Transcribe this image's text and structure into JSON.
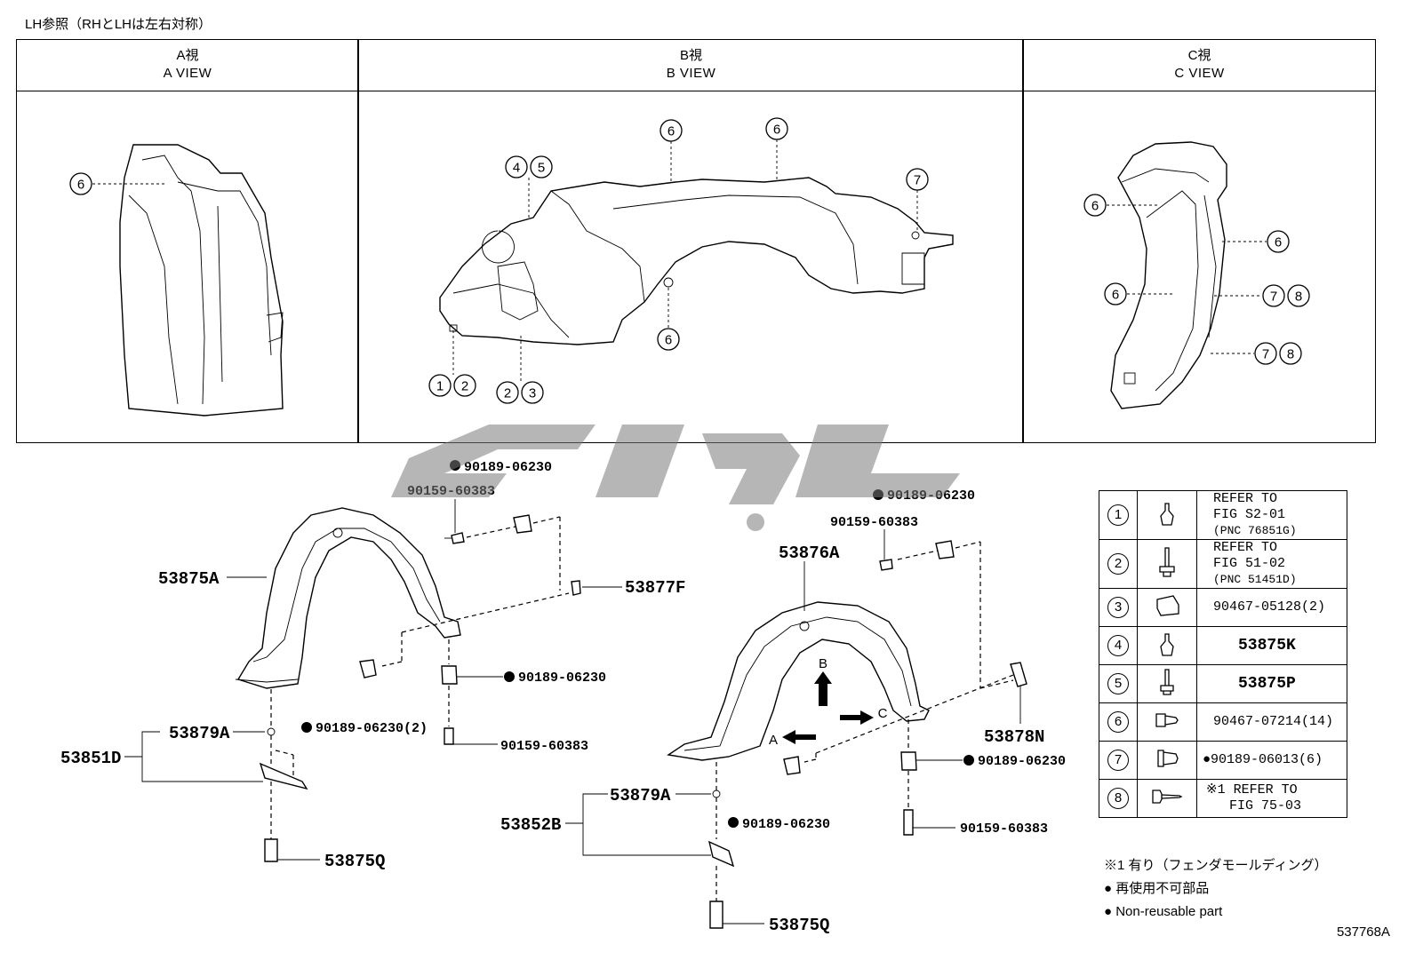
{
  "top_note": "LH参照（RHとLHは左右対称）",
  "views": [
    {
      "label_jp": "A視",
      "label_en": "A VIEW"
    },
    {
      "label_jp": "B視",
      "label_en": "B VIEW"
    },
    {
      "label_jp": "C視",
      "label_en": "C VIEW"
    }
  ],
  "view_callouts": {
    "a": [
      "6"
    ],
    "b": [
      "6",
      "6",
      "4",
      "5",
      "7",
      "6",
      "1",
      "2",
      "2",
      "3"
    ],
    "c": [
      "6",
      "6",
      "6",
      "7",
      "8",
      "7",
      "8"
    ]
  },
  "arrows": {
    "a": "A",
    "b": "B",
    "c": "C"
  },
  "part_numbers": {
    "left_fender_liner": "53875A",
    "left_clip_top": "90189-06230",
    "left_screw_top": "90159-60383",
    "left_bracket": "53877F",
    "left_clip_mid": "90189-06230",
    "left_clip_mid2": "90189-06230(2)",
    "left_screw_mid": "90159-60383",
    "left_clip_small": "53879A",
    "left_assembly": "53851D",
    "left_bolt": "53875Q",
    "right_fender_liner": "53876A",
    "right_clip_top": "90189-06230",
    "right_screw_top": "90159-60383",
    "right_bracket": "53878N",
    "right_clip_mid": "90189-06230",
    "right_screw_mid": "90159-60383",
    "right_clip_small": "53879A",
    "right_clip_low": "90189-06230",
    "right_assembly": "53852B",
    "right_bolt": "53875Q"
  },
  "legend": [
    {
      "num": "1",
      "icon": "push-clip-icon",
      "text": [
        "REFER TO",
        "FIG S2-01",
        "(PNC 76851G)"
      ]
    },
    {
      "num": "2",
      "icon": "screw-icon",
      "text": [
        "REFER TO",
        "FIG 51-02",
        "(PNC 51451D)"
      ]
    },
    {
      "num": "3",
      "icon": "nut-clip-icon",
      "text": [
        "90467-05128(2)"
      ]
    },
    {
      "num": "4",
      "icon": "push-clip-icon",
      "text": [
        "53875K"
      ]
    },
    {
      "num": "5",
      "icon": "screw-icon",
      "text": [
        "53875P"
      ]
    },
    {
      "num": "6",
      "icon": "rivet-clip-icon",
      "text": [
        "90467-07214(14)"
      ]
    },
    {
      "num": "7",
      "icon": "grommet-icon",
      "text": [
        "●90189-06013(6)"
      ]
    },
    {
      "num": "8",
      "icon": "tapping-screw-icon",
      "text": [
        "※1 REFER TO",
        "FIG 75-03"
      ]
    }
  ],
  "notes": [
    "※1 有り（フェンダモールディング）",
    "● 再使用不可部品",
    "● Non-reusable part"
  ],
  "footer_code": "537768A"
}
